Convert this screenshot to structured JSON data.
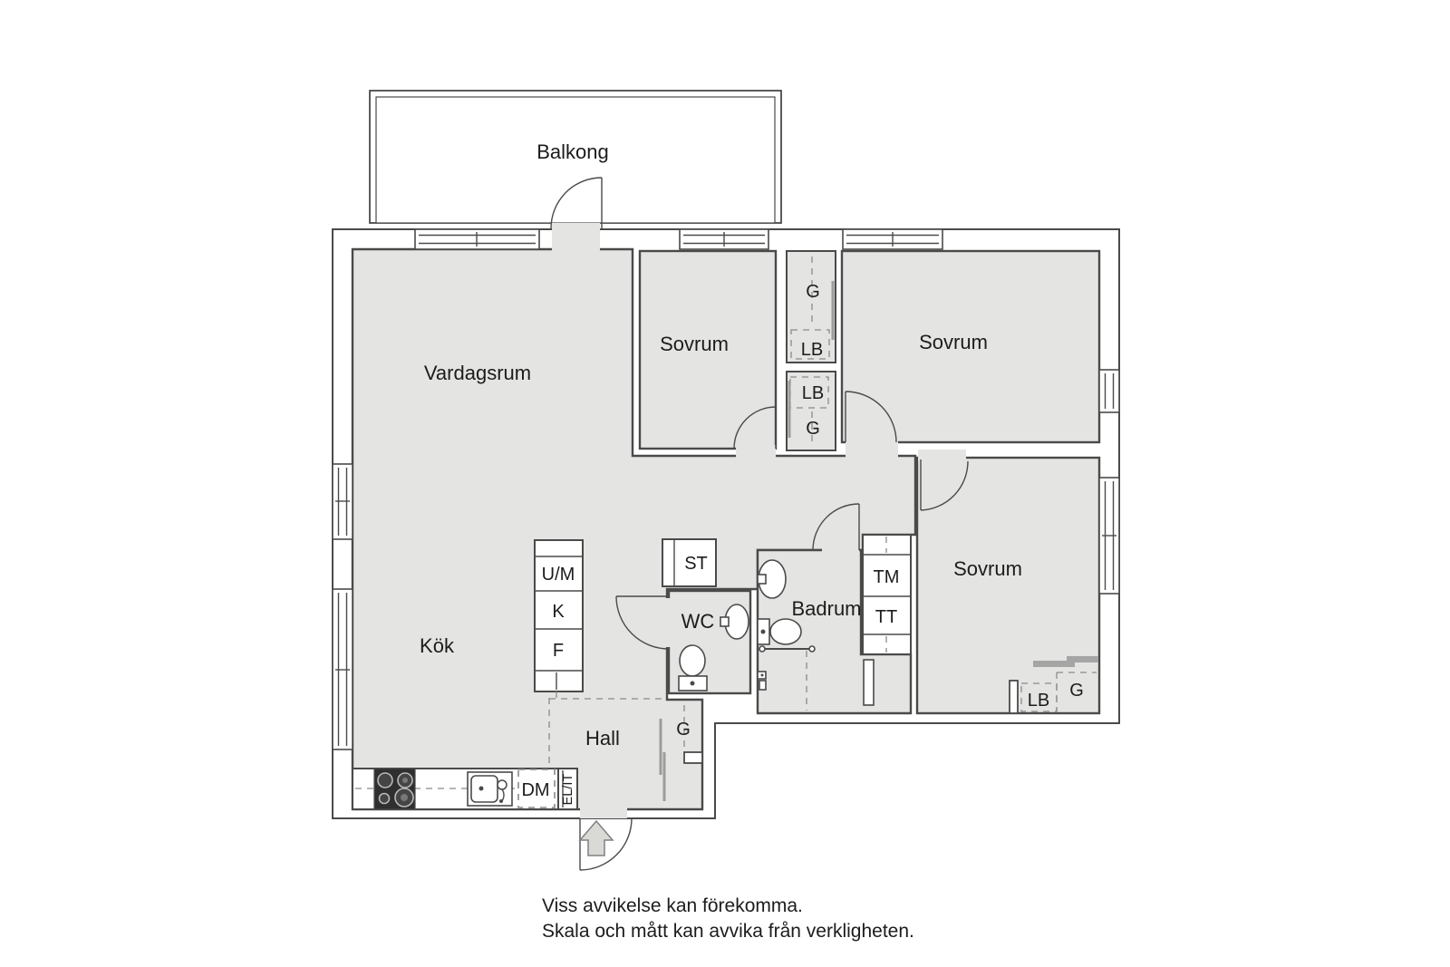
{
  "colors": {
    "floor": "#e4e4e2",
    "wall": "#4a4a4a",
    "dashed_line": "#8a8a8a",
    "sliding_door": "#9c9c9c",
    "stove": "#2f2f2f",
    "background": "#ffffff"
  },
  "floorplan": {
    "balcony": "Balkong",
    "living_room": "Vardagsrum",
    "bedroom_top": "Sovrum",
    "bedroom_right": "Sovrum",
    "bedroom_bottom": "Sovrum",
    "kitchen": "Kök",
    "hall": "Hall",
    "wc": "WC",
    "bathroom": "Badrum",
    "closets": {
      "g_top": "G",
      "lb_top": "LB",
      "lb_mid": "LB",
      "g_mid": "G",
      "st": "ST",
      "g_hall": "G",
      "lb_bedroom3": "LB",
      "g_bedroom3": "G"
    },
    "appliances": {
      "washer_micro": "U/M",
      "fridge": "K",
      "freezer": "F",
      "dishwasher": "DM",
      "electrical": "EL/IT",
      "washing_machine": "TM",
      "dryer": "TT"
    }
  },
  "disclaimer": {
    "line1": "Viss avvikelse kan förekomma.",
    "line2": "Skala och mått kan avvika från verkligheten."
  }
}
